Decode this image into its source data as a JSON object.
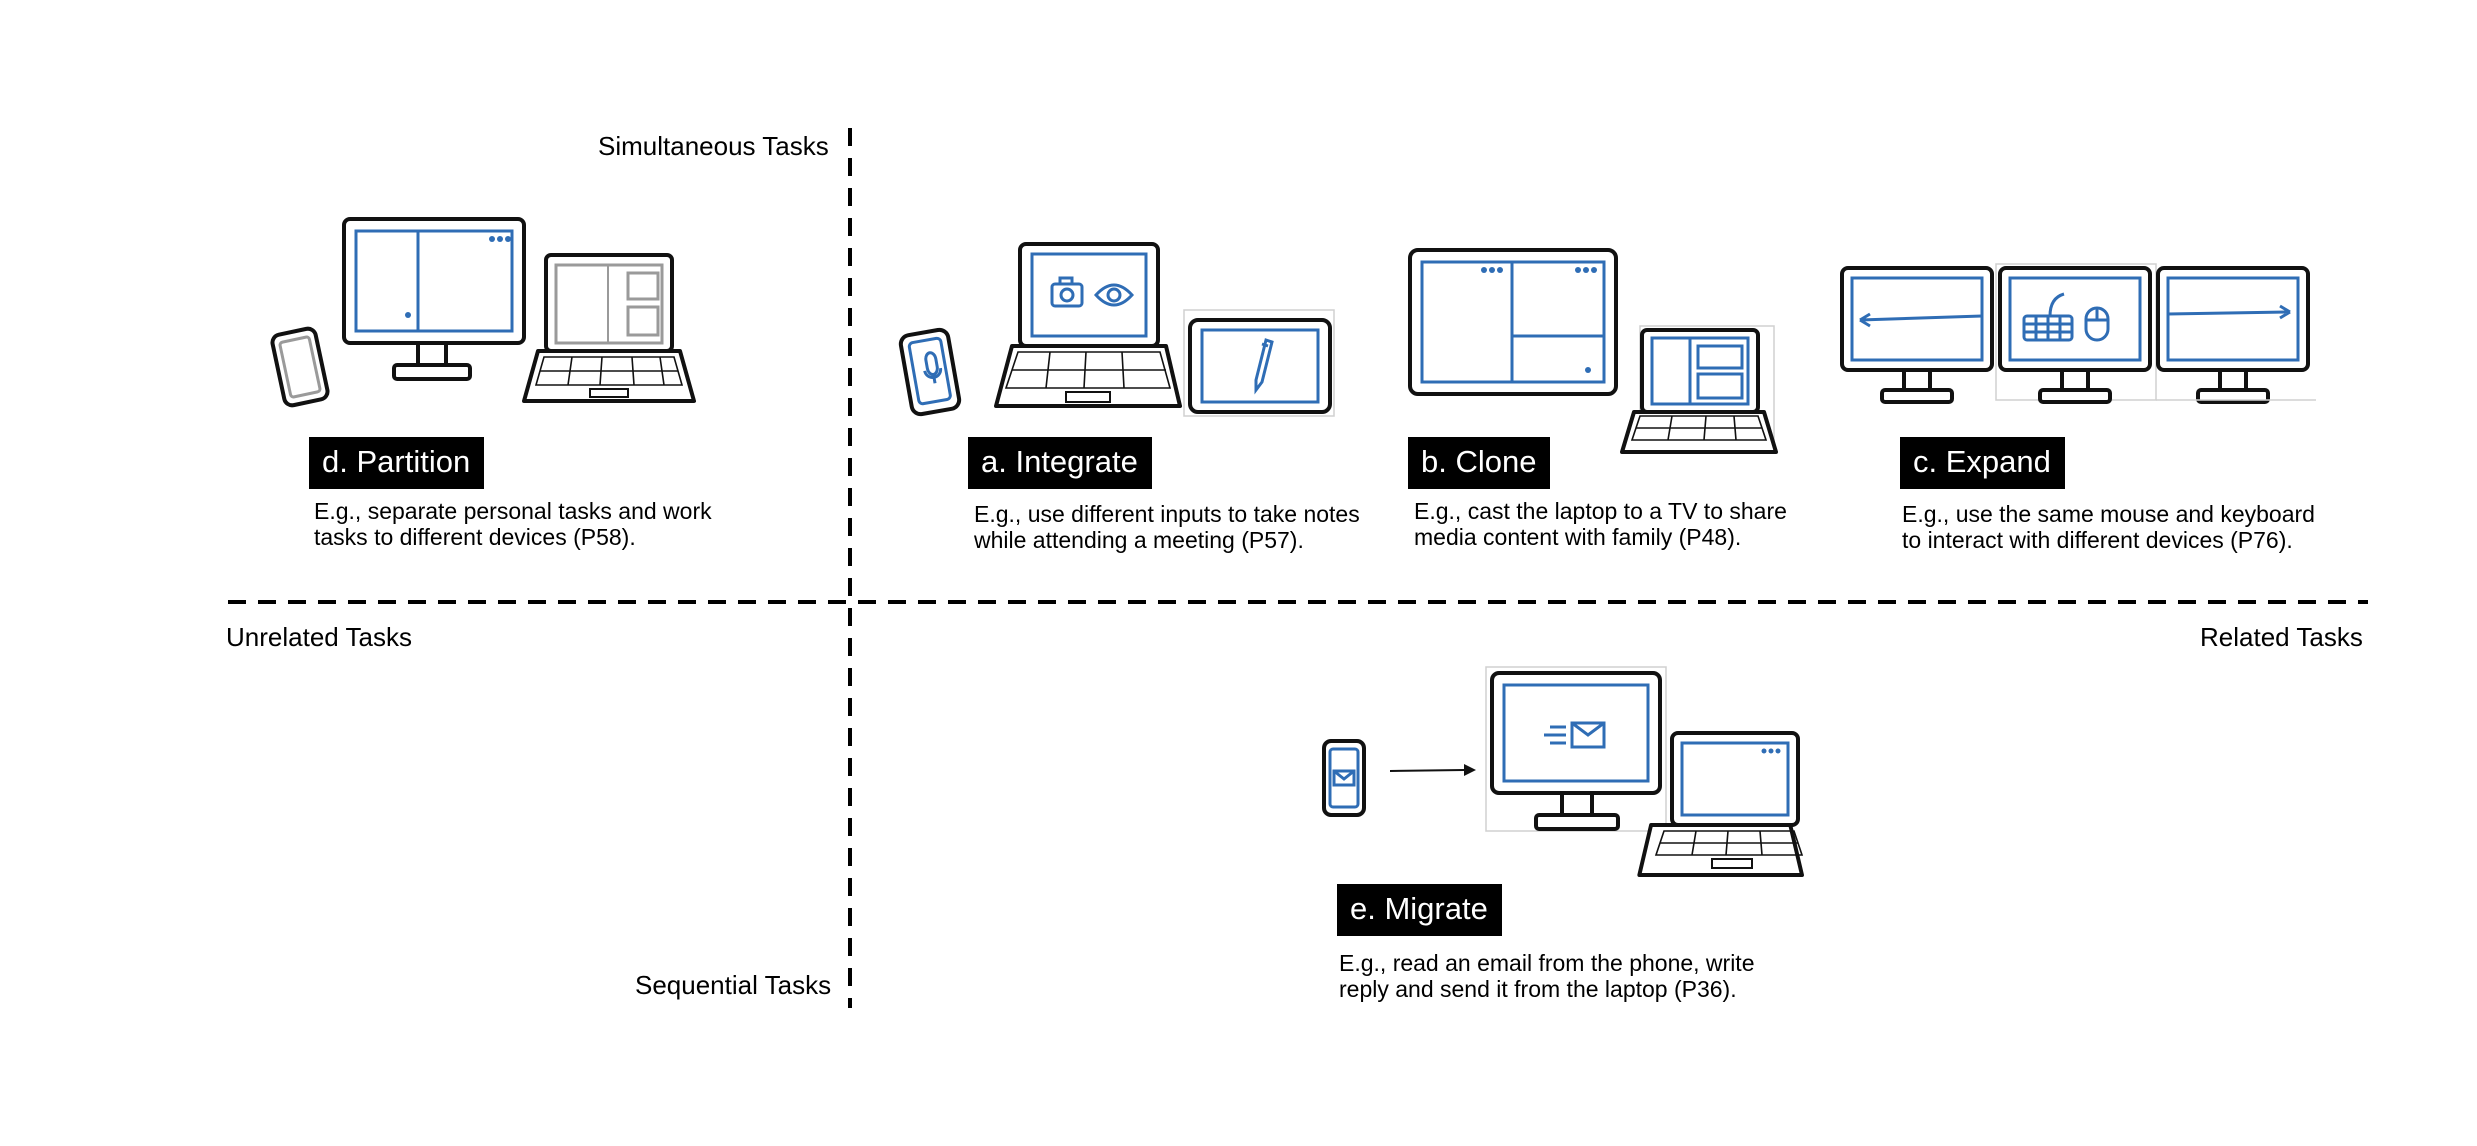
{
  "axes": {
    "top": "Simultaneous Tasks",
    "bottom": "Sequential Tasks",
    "left": "Unrelated Tasks",
    "right": "Related Tasks"
  },
  "patterns": [
    {
      "id": "d",
      "label": "d. Partition",
      "description": "E.g., separate personal tasks and work tasks to different devices (P58)."
    },
    {
      "id": "a",
      "label": "a. Integrate",
      "description": "E.g., use different inputs to take notes while attending a meeting (P57)."
    },
    {
      "id": "b",
      "label": "b. Clone",
      "description": "E.g., cast the laptop to a TV to share media content with family (P48)."
    },
    {
      "id": "c",
      "label": "c. Expand",
      "description": "E.g., use the same mouse and keyboard to interact with different devices (P76)."
    },
    {
      "id": "e",
      "label": "e. Migrate",
      "description": "E.g., read an email from the phone, write reply and send it from the laptop (P36)."
    }
  ],
  "colors": {
    "accent": "#2f6db5",
    "ink": "#111111",
    "label_bg": "#000000"
  }
}
